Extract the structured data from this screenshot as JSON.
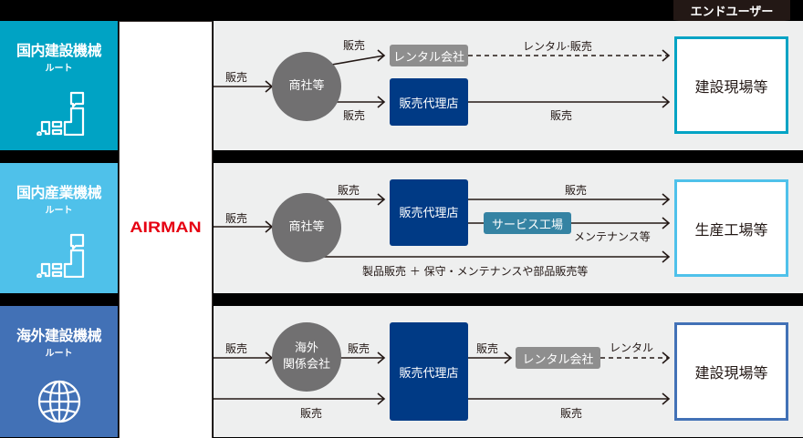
{
  "end_user_tag": "エンドユーザー",
  "brand": {
    "logo_text": "AIRMAN",
    "logo_color": "#e60012"
  },
  "colors": {
    "route_domestic_construction": "#00a3c4",
    "route_domestic_industrial": "#4fc1ea",
    "route_overseas": "#4271b6",
    "lane_bg": "#eeefef",
    "trading_circle": "#717071",
    "dealer_box": "#003a85",
    "rental_box": "#8e8e8e",
    "service_box": "#3583a3",
    "line": "#231815"
  },
  "routes": [
    {
      "title": "国内建設機械",
      "subtitle": "ルート",
      "icon": "japan-map-icon",
      "intermediary": "商社等",
      "entry_label": "販売",
      "upper_label": "販売",
      "lower_label": "販売",
      "rental_box": "レンタル会社",
      "dealer_box": "販売代理店",
      "dashed_label": "レンタル·販売",
      "solid_label": "販売",
      "end_user": "建設現場等"
    },
    {
      "title": "国内産業機械",
      "subtitle": "ルート",
      "icon": "japan-map-icon",
      "intermediary": "商社等",
      "entry_label": "販売",
      "upper_label": "販売",
      "dealer_box": "販売代理店",
      "service_box": "サービス工場",
      "dealer_sale_label": "販売",
      "service_label": "メンテナンス等",
      "direct_label": "製品販売 ＋ 保守・メンテナンスや部品販売等",
      "end_user": "生産工場等"
    },
    {
      "title": "海外建設機械",
      "subtitle": "ルート",
      "icon": "globe-icon",
      "intermediary_line1": "海外",
      "intermediary_line2": "関係会社",
      "entry_label": "販売",
      "to_dealer_label": "販売",
      "direct_label": "販売",
      "dealer_box": "販売代理店",
      "to_rental_label": "販売",
      "rental_box": "レンタル会社",
      "dashed_label": "レンタル",
      "solid_label": "販売",
      "end_user": "建設現場等"
    }
  ]
}
